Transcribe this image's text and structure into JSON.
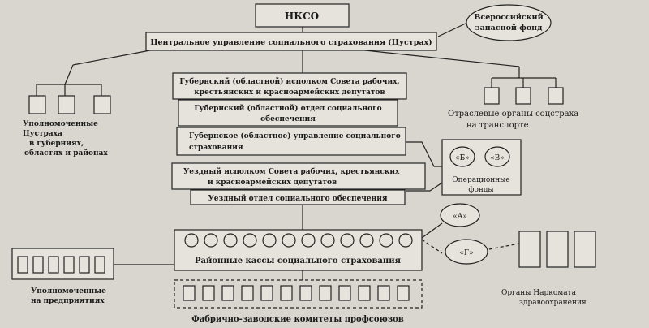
{
  "nodes": {
    "nkso": "НКСО",
    "central": "Центральное управление социального страхования (Цустрах)",
    "reserve_fund": [
      "Всероссийский",
      "запасной фонд"
    ],
    "gub_ispolkom": [
      "Губернский (областной) исполком Совета рабочих,",
      "крестьянских и красноармейских депутатов"
    ],
    "gub_otdel": [
      "Губернский (областной) отдел социального",
      "обеспечения"
    ],
    "gub_upravlenie": [
      "Губернское (областное) управление социального",
      "страхования"
    ],
    "uezd_ispolkom": [
      "Уездный исполком Совета рабочих, крестьянских",
      "и красноармейских депутатов"
    ],
    "uezd_otdel": "Уездный отдел социального обеспечения",
    "rayon_kassy": "Районные кассы социального страхования",
    "fabzavkom": "Фабрично-заводские комитеты профсоюзов",
    "upolnom_tsustrakh": [
      "Уполномоченные",
      "Цустраха",
      "в губерниях,",
      "областях и районах"
    ],
    "otrasl": [
      "Отраслевые органы соцстраха",
      "на транспорте"
    ],
    "oper_fondy": [
      "Операционные",
      "фонды"
    ],
    "fund_b": "«Б»",
    "fund_v": "«В»",
    "fund_a": "«А»",
    "fund_g": "«Г»",
    "upolnom_predpr": [
      "Уполномоченные",
      "на предприятиях"
    ],
    "narkomat": [
      "Органы Наркомата",
      "здравоохранения"
    ]
  }
}
